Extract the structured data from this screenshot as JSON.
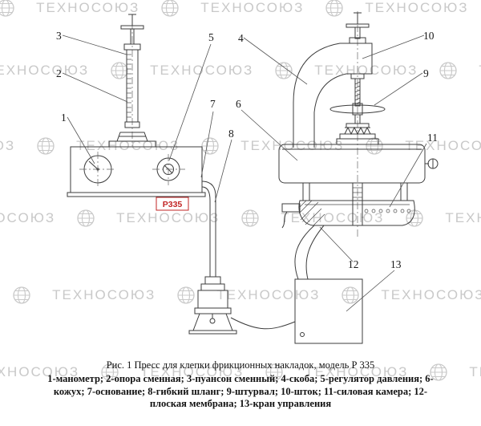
{
  "watermark": {
    "text": "ТЕХНОСОЮЗ"
  },
  "figure": {
    "model_label": "Р335",
    "callouts": [
      "1",
      "2",
      "3",
      "4",
      "5",
      "6",
      "7",
      "8",
      "9",
      "10",
      "11",
      "12",
      "13"
    ]
  },
  "caption": {
    "title": "Рис. 1 Пресс для клепки фрикционных накладок, модель Р 335",
    "legend": "1-манометр;  2-опора сменная;  3-пуансон сменный;  4-скоба;  5-регулятор давления;  6-кожух;  7-основание;  8-гибкий шланг;  9-штурвал;  10-шток;  11-силовая камера;  12-плоская мембрана;  13-кран управления"
  }
}
